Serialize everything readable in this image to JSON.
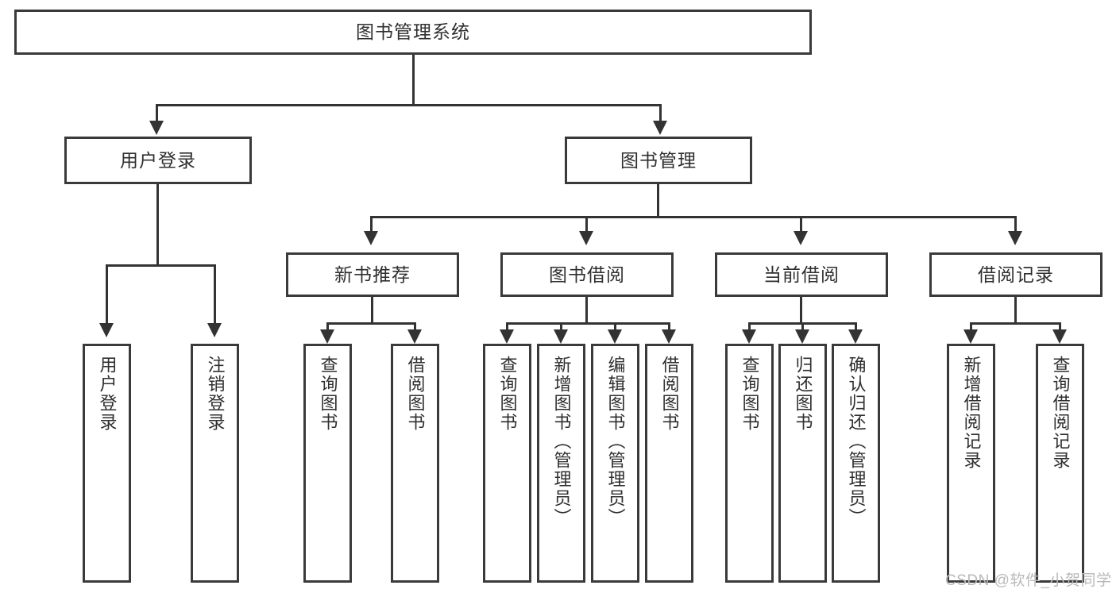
{
  "diagram": {
    "title": "图书管理系统",
    "type": "hierarchy-tree",
    "root": {
      "label": "图书管理系统"
    },
    "level2": [
      {
        "label": "用户登录"
      },
      {
        "label": "图书管理"
      }
    ],
    "level3": [
      {
        "label": "新书推荐"
      },
      {
        "label": "图书借阅"
      },
      {
        "label": "当前借阅"
      },
      {
        "label": "借阅记录"
      }
    ],
    "leaves": {
      "user_login": [
        {
          "label": "用户登录"
        },
        {
          "label": "注销登录"
        }
      ],
      "new_book_recommend": [
        {
          "label": "查询图书"
        },
        {
          "label": "借阅图书"
        }
      ],
      "book_borrow": [
        {
          "label": "查询图书"
        },
        {
          "label": "新增图书（管理员）"
        },
        {
          "label": "编辑图书（管理员）"
        },
        {
          "label": "借阅图书"
        }
      ],
      "current_borrow": [
        {
          "label": "查询图书"
        },
        {
          "label": "归还图书"
        },
        {
          "label": "确认归还（管理员）"
        }
      ],
      "borrow_record": [
        {
          "label": "新增借阅记录"
        },
        {
          "label": "查询借阅记录"
        }
      ]
    }
  },
  "watermark": {
    "text": "CSDN @软件_小贺同学"
  },
  "colors": {
    "box_border": "#3a3a3a",
    "line": "#333333",
    "text": "#2f2f2f",
    "background": "#ffffff",
    "watermark": "#b9b9b9"
  }
}
